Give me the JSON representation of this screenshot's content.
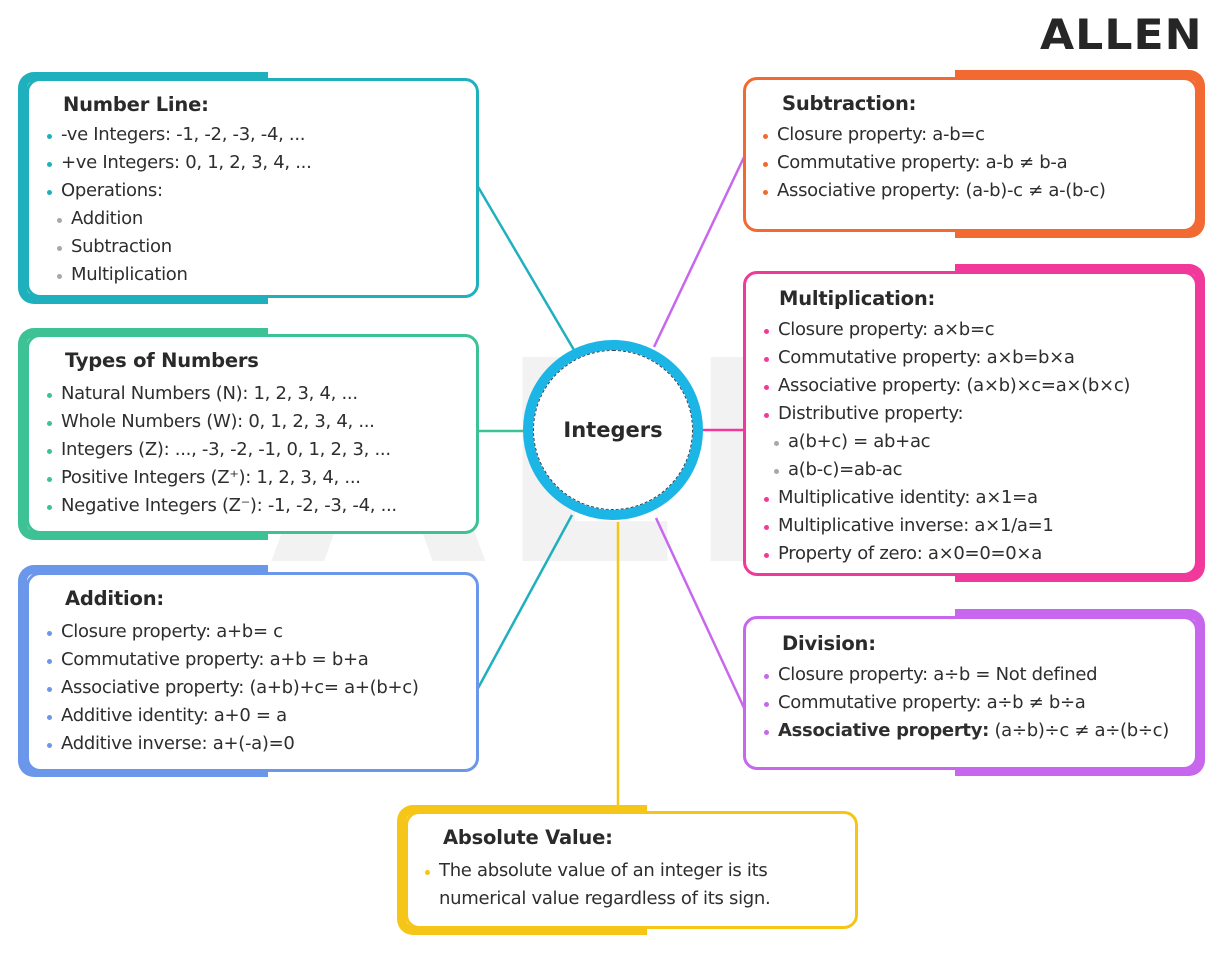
{
  "logo": {
    "text": "ALLEN"
  },
  "watermark": {
    "text": "ALLEN"
  },
  "center": {
    "label": "Integers",
    "ring_color": "#1bb5e6"
  },
  "colors": {
    "number_line": "#1fb0bd",
    "types": "#3cc294",
    "addition": "#6b97ea",
    "subtraction": "#f26a32",
    "multiplication": "#f0399a",
    "division": "#c767ee",
    "absolute": "#f5c518"
  },
  "boxes": {
    "number_line": {
      "title": "Number Line:",
      "items": [
        {
          "text": "-ve Integers: -1, -2, -3, -4, ..."
        },
        {
          "text": "+ve Integers: 0, 1, 2, 3, 4, ..."
        },
        {
          "text": "Operations:"
        }
      ],
      "sub_items": [
        "Addition",
        "Subtraction",
        "Multiplication"
      ]
    },
    "types": {
      "title": "Types of Numbers",
      "items": [
        "Natural Numbers (N): 1, 2, 3, 4, ...",
        "Whole Numbers (W): 0, 1, 2, 3, 4, ...",
        "Integers (Z): ..., -3, -2, -1, 0, 1, 2, 3, ...",
        "Positive Integers (Z⁺): 1, 2, 3, 4, ...",
        "Negative Integers (Z⁻): -1, -2, -3, -4, ..."
      ]
    },
    "addition": {
      "title": "Addition:",
      "items": [
        "Closure property: a+b= c",
        "Commutative property: a+b = b+a",
        "Associative property: (a+b)+c= a+(b+c)",
        "Additive identity: a+0 = a",
        "Additive inverse: a+(-a)=0"
      ]
    },
    "subtraction": {
      "title": "Subtraction:",
      "items": [
        "Closure property: a-b=c",
        "Commutative property: a-b ≠ b-a",
        "Associative property: (a-b)-c ≠ a-(b-c)"
      ]
    },
    "multiplication": {
      "title": "Multiplication:",
      "items": [
        "Closure property: a×b=c",
        "Commutative property: a×b=b×a",
        "Associative property: (a×b)×c=a×(b×c)",
        "Distributive property:"
      ],
      "sub_items": [
        "a(b+c) = ab+ac",
        "a(b-c)=ab-ac"
      ],
      "items_after": [
        "Multiplicative identity: a×1=a",
        "Multiplicative inverse: a×1/a=1",
        "Property of zero: a×0=0=0×a"
      ]
    },
    "division": {
      "title": "Division:",
      "items": [
        {
          "label": "Closure property:",
          "value": " a÷b = Not defined"
        },
        {
          "label": "Commutative property:",
          "value": " a÷b ≠ b÷a"
        },
        {
          "label": "Associative property:",
          "value": " (a÷b)÷c ≠ a÷(b÷c)"
        }
      ]
    },
    "absolute": {
      "title": "Absolute Value:",
      "items": [
        "The absolute value of an integer is its numerical value regardless of its sign."
      ]
    }
  }
}
